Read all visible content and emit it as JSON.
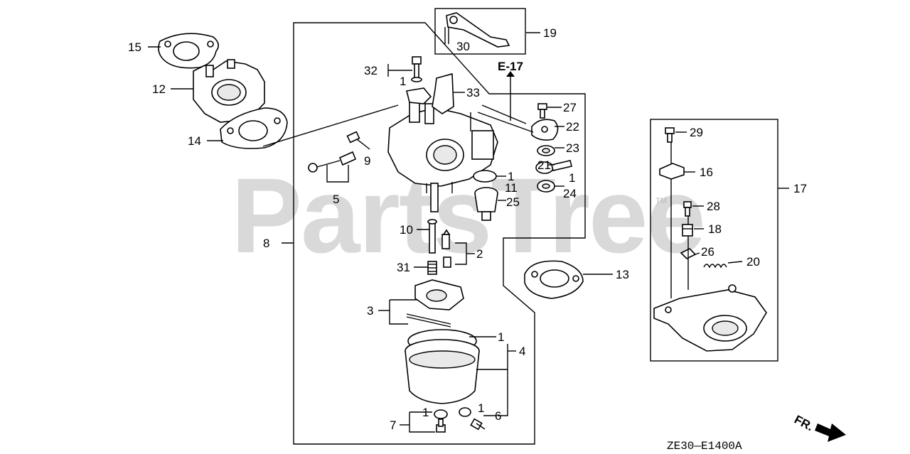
{
  "watermark": {
    "text": "PartsTree",
    "trademark": "TM"
  },
  "reference": "E-17",
  "diagram_code": "ZE30—E1400A",
  "direction": "FR.",
  "labels": {
    "l1": "1",
    "l2": "2",
    "l3": "3",
    "l4": "4",
    "l5": "5",
    "l6": "6",
    "l7": "7",
    "l8": "8",
    "l9": "9",
    "l10": "10",
    "l11": "11",
    "l12": "12",
    "l13": "13",
    "l14": "14",
    "l15": "15",
    "l16": "16",
    "l17": "17",
    "l18": "18",
    "l19": "19",
    "l20": "20",
    "l21": "21",
    "l22": "22",
    "l23": "23",
    "l24": "24",
    "l25": "25",
    "l26": "26",
    "l27": "27",
    "l28": "28",
    "l29": "29",
    "l30": "30",
    "l31": "31",
    "l32": "32",
    "l33": "33"
  }
}
